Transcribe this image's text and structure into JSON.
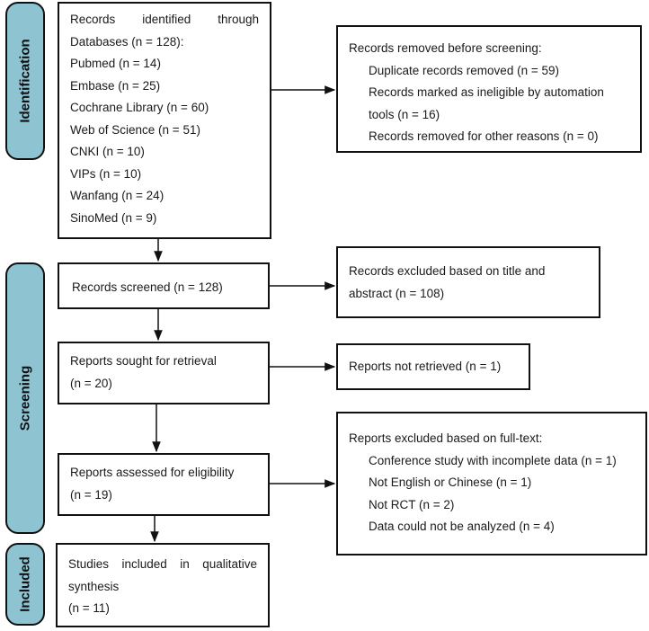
{
  "phases": {
    "identification": "Identification",
    "screening": "Screening",
    "included": "Included"
  },
  "identified": {
    "line1": "Records identified through",
    "line2": "Databases (n = 128):",
    "sources": [
      "Pubmed (n = 14)",
      "Embase (n = 25)",
      "Cochrane Library (n = 60)",
      "Web of Science (n = 51)",
      "CNKI (n = 10)",
      "VIPs (n = 10)",
      "Wanfang (n = 24)",
      "SinoMed (n = 9)"
    ]
  },
  "removed": {
    "title": "Records removed before screening:",
    "items": [
      "Duplicate records removed (n = 59)",
      "Records marked as ineligible by automation",
      "tools (n = 16)",
      "Records removed for other reasons (n = 0)"
    ]
  },
  "screened": {
    "text": "Records screened (n = 128)"
  },
  "excluded_title": {
    "line1": "Records excluded based on title and",
    "line2": "abstract (n = 108)"
  },
  "sought": {
    "line1": "Reports sought for retrieval",
    "line2": "(n = 20)"
  },
  "not_retrieved": {
    "text": "Reports not retrieved (n = 1)"
  },
  "assessed": {
    "line1": "Reports assessed for eligibility",
    "line2": "(n = 19)"
  },
  "excluded_fulltext": {
    "title": "Reports excluded based on full-text:",
    "items": [
      "Conference study with incomplete data (n = 1)",
      "Not English or Chinese (n = 1)",
      "Not RCT (n = 2)",
      "Data could not be analyzed (n = 4)"
    ]
  },
  "included": {
    "line1": "Studies included in qualitative",
    "line2": "synthesis",
    "line3": "(n = 11)"
  }
}
